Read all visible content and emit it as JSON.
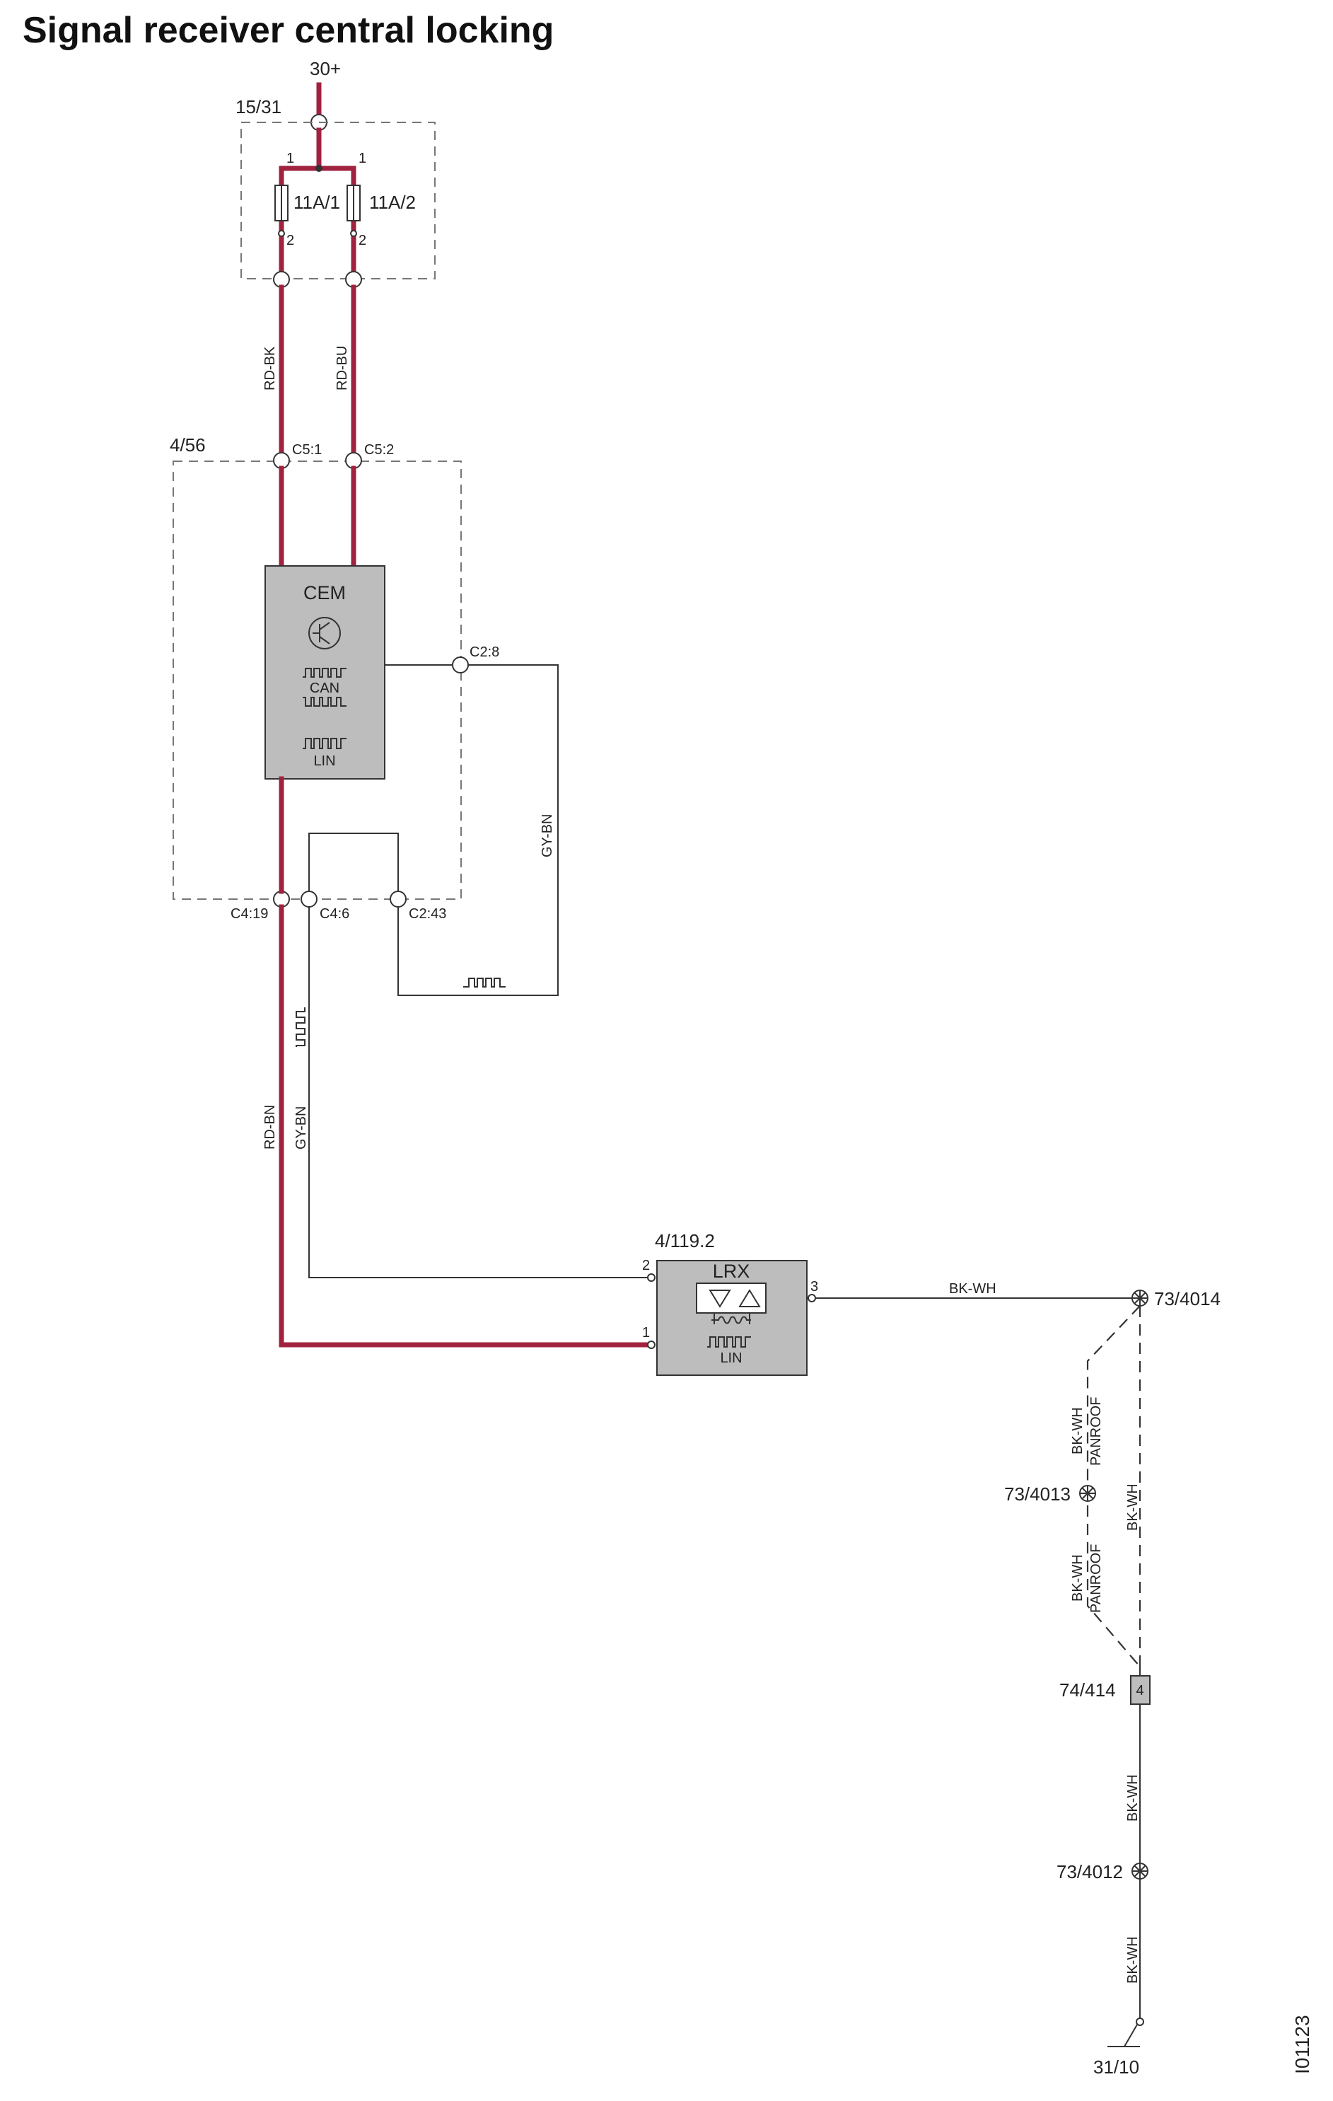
{
  "title": "Signal receiver central locking",
  "figure_id": "I01123",
  "supply": {
    "label": "30+"
  },
  "fusebox": {
    "label": "15/31",
    "fuses": [
      {
        "name": "11A/1",
        "pin_top": "1",
        "pin_bottom": "2"
      },
      {
        "name": "11A/2",
        "pin_top": "1",
        "pin_bottom": "2"
      }
    ]
  },
  "wires": {
    "rd_bk": "RD-BK",
    "rd_bu": "RD-BU",
    "rd_bn": "RD-BN",
    "gy_bn_lower": "GY-BN",
    "gy_bn_right": "GY-BN",
    "bk_wh_horizontal": "BK-WH",
    "bk_wh_panroof_upper": "BK-WH",
    "panroof_upper": "PANROOF",
    "bk_wh_panroof_lower": "BK-WH",
    "panroof_lower": "PANROOF",
    "bk_wh_right": "BK-WH",
    "bk_wh_mid": "BK-WH",
    "bk_wh_bottom": "BK-WH"
  },
  "cem_box": {
    "label": "4/56",
    "connectors": {
      "c5_1": "C5:1",
      "c5_2": "C5:2",
      "c2_8": "C2:8",
      "c4_19": "C4:19",
      "c4_6": "C4:6",
      "c2_43": "C2:43"
    }
  },
  "cem": {
    "name": "CEM",
    "bus_can": "CAN",
    "bus_lin": "LIN"
  },
  "lrx": {
    "location": "4/119.2",
    "name": "LRX",
    "bus_lin": "LIN",
    "pin_1": "1",
    "pin_2": "2",
    "pin_3": "3"
  },
  "grounds": {
    "g4014": "73/4014",
    "g4013": "73/4013",
    "connector_414": "74/414",
    "connector_414_pin": "4",
    "g4012": "73/4012",
    "ground_3110": "31/10"
  },
  "colors": {
    "power_wire": "#a0223f",
    "module_fill": "#bdbdbd",
    "signal_wire": "#333333"
  }
}
